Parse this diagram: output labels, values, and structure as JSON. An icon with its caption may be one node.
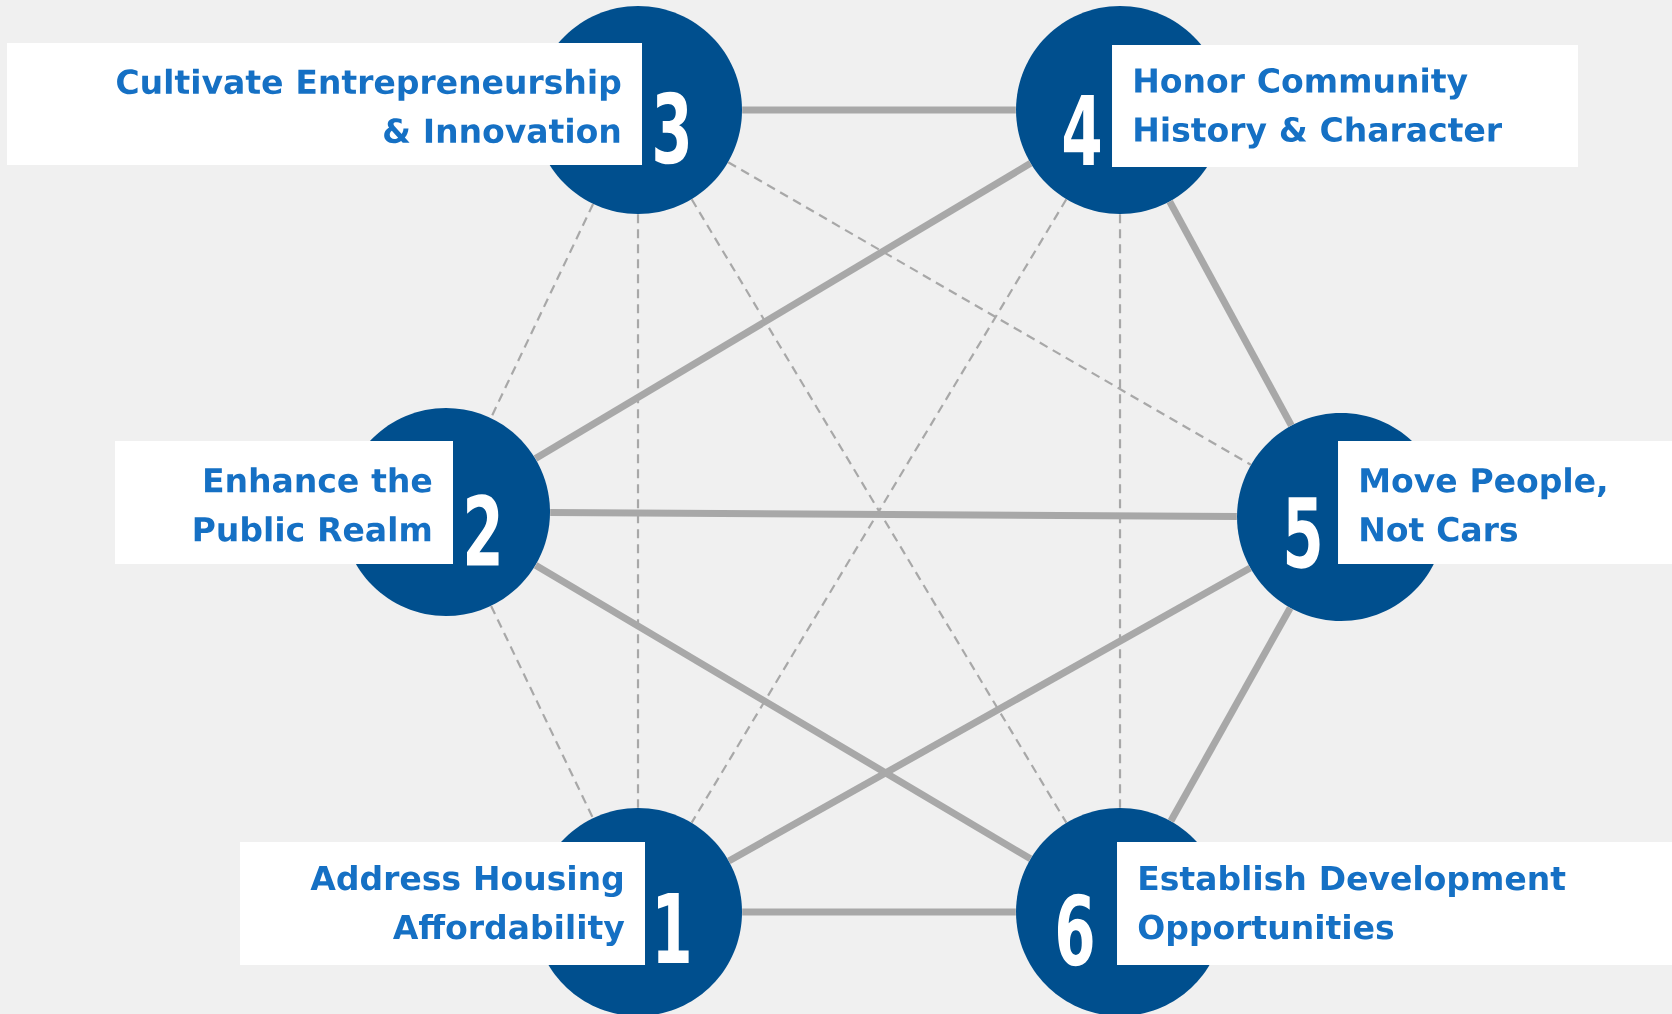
{
  "diagram": {
    "nodes": [
      {
        "text": [
          "3"
        ],
        "beside": [
          "Cultivate Entrepreneurship & Innovation"
        ]
      },
      {
        "text": [
          "4"
        ],
        "beside": [
          "Honor Community History & Character"
        ]
      },
      {
        "text": [
          "2"
        ],
        "beside": [
          "Enhance the Public Realm"
        ]
      },
      {
        "text": [
          "5"
        ],
        "beside": [
          "Move People, Not Cars"
        ]
      },
      {
        "text": [
          "1"
        ],
        "beside": [
          "Address Housing Affordability"
        ]
      },
      {
        "text": [
          "6"
        ],
        "beside": [
          "Establish Development Opportunities"
        ]
      }
    ],
    "edges": [
      {
        "from": 0,
        "to": 1,
        "arrow": "none"
      },
      {
        "from": 1,
        "to": 3,
        "arrow": "none"
      },
      {
        "from": 3,
        "to": 5,
        "arrow": "none"
      },
      {
        "from": 4,
        "to": 5,
        "arrow": "none"
      },
      {
        "from": 2,
        "to": 3,
        "arrow": "none"
      },
      {
        "from": 2,
        "to": 1,
        "arrow": "none"
      },
      {
        "from": 2,
        "to": 5,
        "arrow": "none"
      },
      {
        "from": 4,
        "to": 3,
        "arrow": "none"
      },
      {
        "from": 0,
        "to": 2,
        "arrow": "none",
        "style": "dashed"
      },
      {
        "from": 0,
        "to": 4,
        "arrow": "none",
        "style": "dashed"
      },
      {
        "from": 0,
        "to": 5,
        "arrow": "none",
        "style": "dashed"
      },
      {
        "from": 0,
        "to": 3,
        "arrow": "none",
        "style": "dashed"
      },
      {
        "from": 1,
        "to": 4,
        "arrow": "none",
        "style": "dashed"
      },
      {
        "from": 1,
        "to": 5,
        "arrow": "none",
        "style": "dashed"
      },
      {
        "from": 2,
        "to": 4,
        "arrow": "none",
        "style": "dashed"
      }
    ]
  }
}
